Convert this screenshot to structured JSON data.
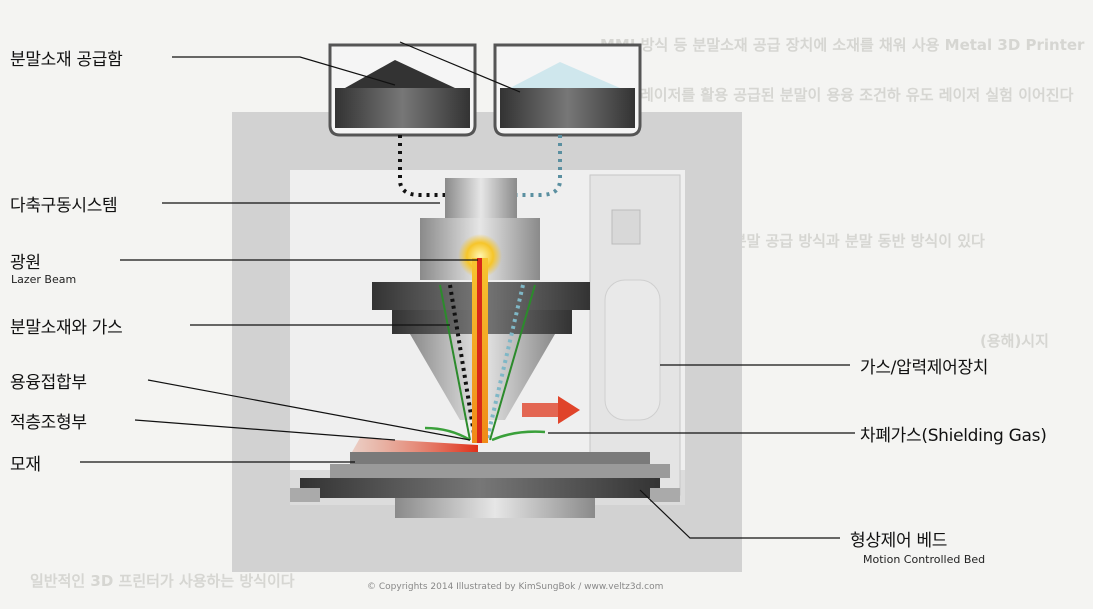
{
  "labels": {
    "powder_supply_box": "분말소재 공급함",
    "multi_axis_system": "다축구동시스템",
    "light_source": "광원",
    "light_source_en": "Lazer Beam",
    "powder_and_gas": "분말소재와 가스",
    "melt_pool": "용융접합부",
    "deposition_zone": "적층조형부",
    "substrate": "모재",
    "gas_pressure_control": "가스/압력제어장치",
    "shielding_gas": "차폐가스(Shielding Gas)",
    "motion_bed": "형상제어 베드",
    "motion_bed_en": "Motion Controlled Bed"
  },
  "copyright": "© Copyrights 2014 Illustrated by KimSungBok / www.veltz3d.com",
  "bleed_text": {
    "r1": "MMJ 방식 등 분말소재 공급 장치에 소재를 채워 사용 Metal 3D Printer",
    "r2": "레이저를 활용 공급된 분말이 용융 조건하 유도 레이저 실험 이어진다",
    "r3": "구동하는 방식에 따라 고정 분말 공급 방식과 분말 동반 방식이 있다",
    "r4": "(용해)시지",
    "r5": "일반적인 3D 프린터가 사용하는 방식이다"
  },
  "colors": {
    "frame": "#cfcfcf",
    "laser": "#f2a41c",
    "laser_core": "#d8281a",
    "gas": "#3aa03a",
    "hot": "#e0442a"
  }
}
